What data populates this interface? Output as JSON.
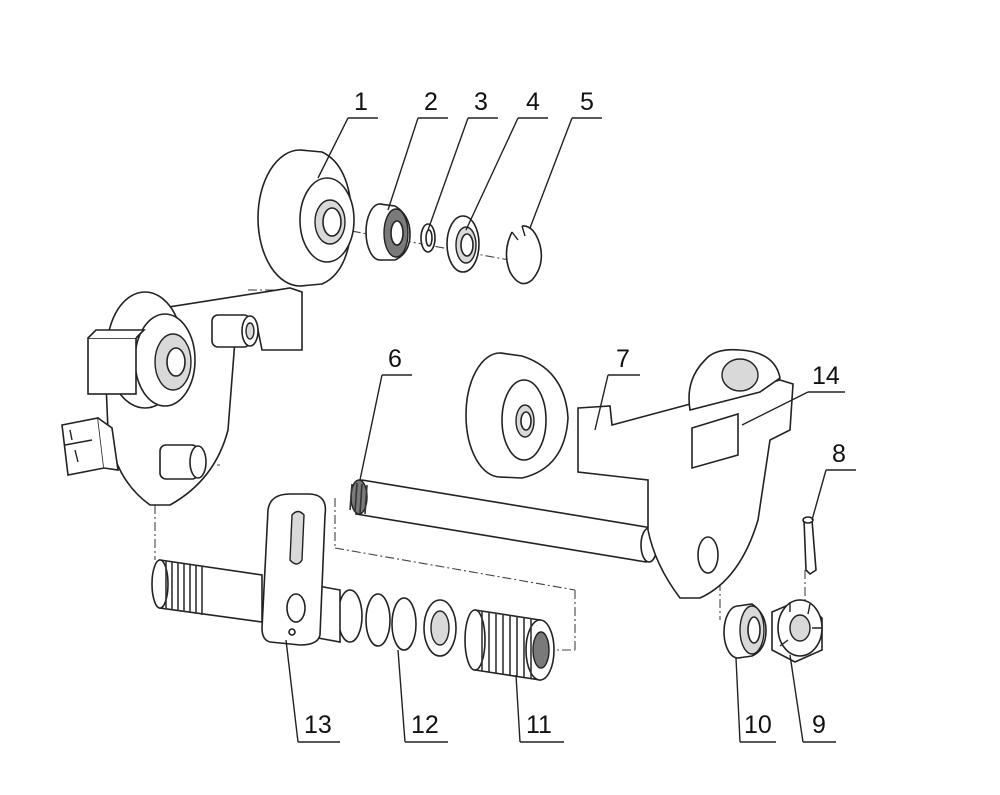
{
  "diagram": {
    "callouts": [
      {
        "id": "1",
        "label": "1",
        "part": "trolley-wheel-upper"
      },
      {
        "id": "2",
        "label": "2",
        "part": "ball-bearing"
      },
      {
        "id": "3",
        "label": "3",
        "part": "small-retaining-ring"
      },
      {
        "id": "4",
        "label": "4",
        "part": "washer"
      },
      {
        "id": "5",
        "label": "5",
        "part": "circlip"
      },
      {
        "id": "6",
        "label": "6",
        "part": "cross-shaft"
      },
      {
        "id": "7",
        "label": "7",
        "part": "right-side-plate-with-wheels"
      },
      {
        "id": "8",
        "label": "8",
        "part": "cotter-pin"
      },
      {
        "id": "9",
        "label": "9",
        "part": "castle-nut"
      },
      {
        "id": "10",
        "label": "10",
        "part": "bushing"
      },
      {
        "id": "11",
        "label": "11",
        "part": "threaded-sleeve"
      },
      {
        "id": "12",
        "label": "12",
        "part": "spacer-rings"
      },
      {
        "id": "13",
        "label": "13",
        "part": "suspension-plate-with-threaded-shaft"
      },
      {
        "id": "14",
        "label": "14",
        "part": "nameplate"
      }
    ]
  }
}
